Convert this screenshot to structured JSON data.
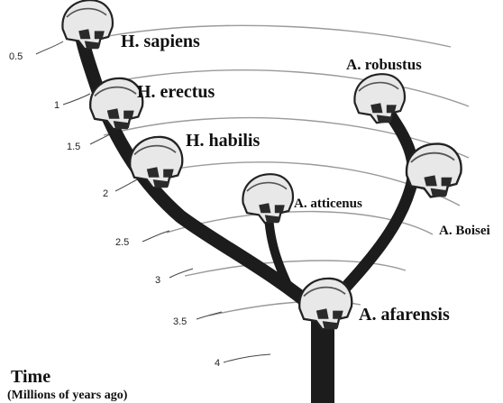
{
  "species": {
    "sapiens": "H. sapiens",
    "erectus": "H. erectus",
    "habilis": "H. habilis",
    "robustus": "A. robustus",
    "atticenus": "A. atticenus",
    "boisei": "A. Boisei",
    "afarensis": "A. afarensis"
  },
  "time_ticks": [
    "0.5",
    "1",
    "1.5",
    "2",
    "2.5",
    "3",
    "3.5",
    "4"
  ],
  "axis": {
    "title": "Time",
    "unit": "(Millions of years ago)"
  },
  "colors": {
    "trunk": "#1c1c1c",
    "arc": "#9a9a9a",
    "skull_fill": "#e8e8e8",
    "skull_shadow": "#2a2a2a",
    "text": "#111111"
  }
}
